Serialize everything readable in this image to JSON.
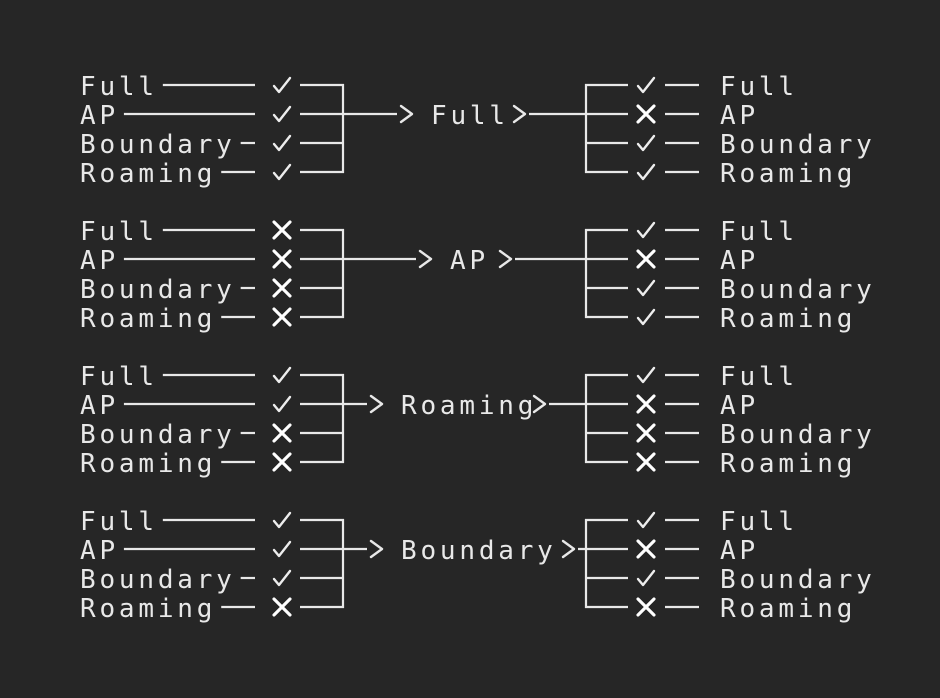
{
  "colors": {
    "background": "#262626",
    "foreground": "#e8e8e8",
    "check": "#ededed",
    "cross": "#ffffff"
  },
  "icon_glyphs": {
    "check": "✓",
    "cross": "✕",
    "chevron": ">"
  },
  "rows": [
    "Full",
    "AP",
    "Boundary",
    "Roaming"
  ],
  "groups": [
    {
      "gateway": "Full",
      "inputs": {
        "Full": "check",
        "AP": "check",
        "Boundary": "check",
        "Roaming": "check"
      },
      "outputs": {
        "Full": "check",
        "AP": "cross",
        "Boundary": "check",
        "Roaming": "check"
      }
    },
    {
      "gateway": "AP",
      "inputs": {
        "Full": "cross",
        "AP": "cross",
        "Boundary": "cross",
        "Roaming": "cross"
      },
      "outputs": {
        "Full": "check",
        "AP": "cross",
        "Boundary": "check",
        "Roaming": "check"
      }
    },
    {
      "gateway": "Roaming",
      "inputs": {
        "Full": "check",
        "AP": "check",
        "Boundary": "cross",
        "Roaming": "cross"
      },
      "outputs": {
        "Full": "check",
        "AP": "cross",
        "Boundary": "cross",
        "Roaming": "cross"
      }
    },
    {
      "gateway": "Boundary",
      "inputs": {
        "Full": "check",
        "AP": "check",
        "Boundary": "check",
        "Roaming": "cross"
      },
      "outputs": {
        "Full": "check",
        "AP": "cross",
        "Boundary": "check",
        "Roaming": "cross"
      }
    }
  ]
}
